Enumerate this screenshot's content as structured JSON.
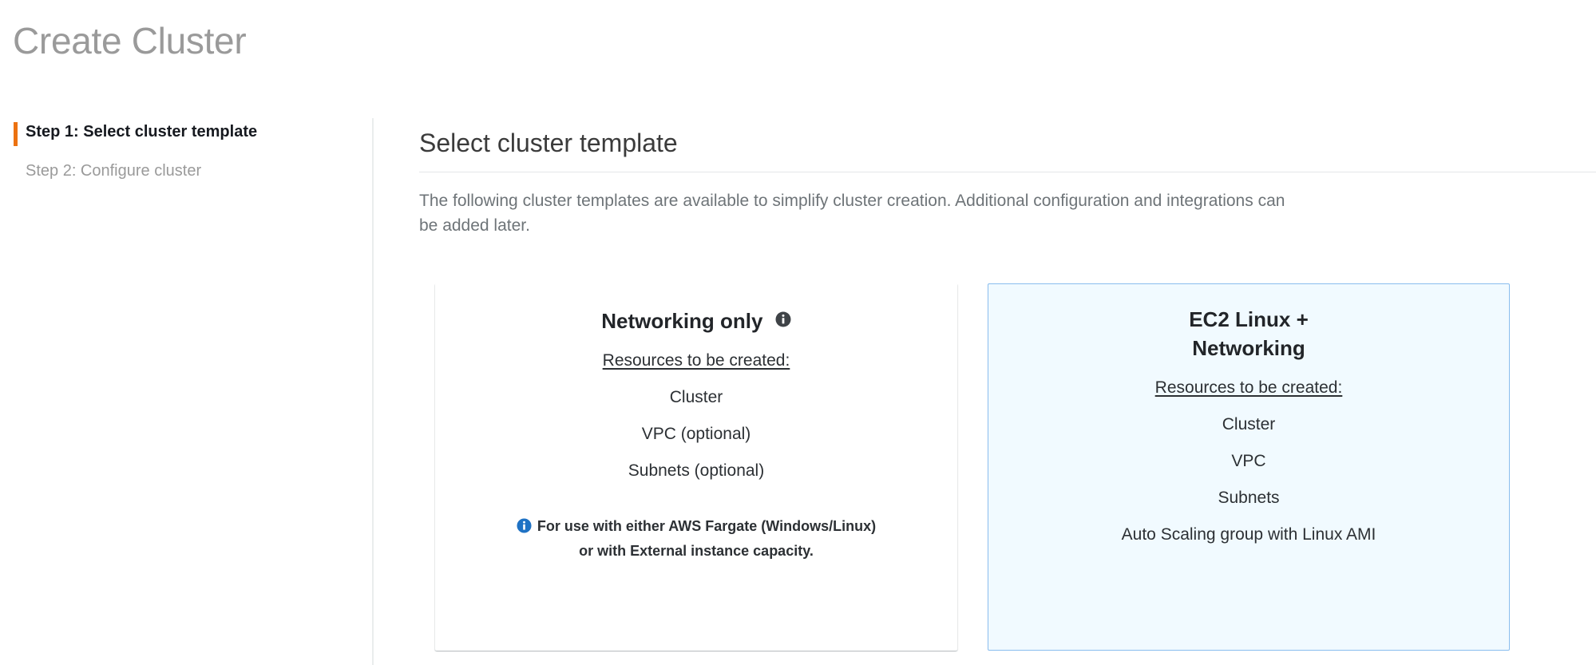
{
  "page": {
    "title": "Create Cluster"
  },
  "wizard": {
    "steps": [
      {
        "label": "Step 1: Select cluster template",
        "state": "active"
      },
      {
        "label": "Step 2: Configure cluster",
        "state": "inactive"
      }
    ]
  },
  "main": {
    "heading": "Select cluster template",
    "description": "The following cluster templates are available to simplify cluster creation. Additional configuration and integrations can be added later."
  },
  "templates": [
    {
      "title": "Networking only",
      "has_title_info_icon": true,
      "title_info_icon": "info-icon",
      "resources_label": "Resources to be created:",
      "resources": [
        "Cluster",
        "VPC (optional)",
        "Subnets (optional)"
      ],
      "note_icon": "info-icon",
      "note_line1": "For use with either AWS Fargate (Windows/Linux)",
      "note_line2": "or with External instance capacity.",
      "selected": false
    },
    {
      "title_line1": "EC2 Linux +",
      "title_line2": "Networking",
      "has_title_info_icon": false,
      "resources_label": "Resources to be created:",
      "resources": [
        "Cluster",
        "VPC",
        "Subnets",
        "Auto Scaling group with Linux AMI"
      ],
      "selected": true
    }
  ],
  "colors": {
    "accent_orange": "#ec7211",
    "selected_card_bg": "#f1faff",
    "selected_card_border": "#89bdee",
    "info_icon_blue": "#1f72c4",
    "info_icon_dark": "#3f4347",
    "title_grey": "#9a9a9a",
    "body_text": "#2c3034",
    "muted_text": "#6e7478"
  }
}
